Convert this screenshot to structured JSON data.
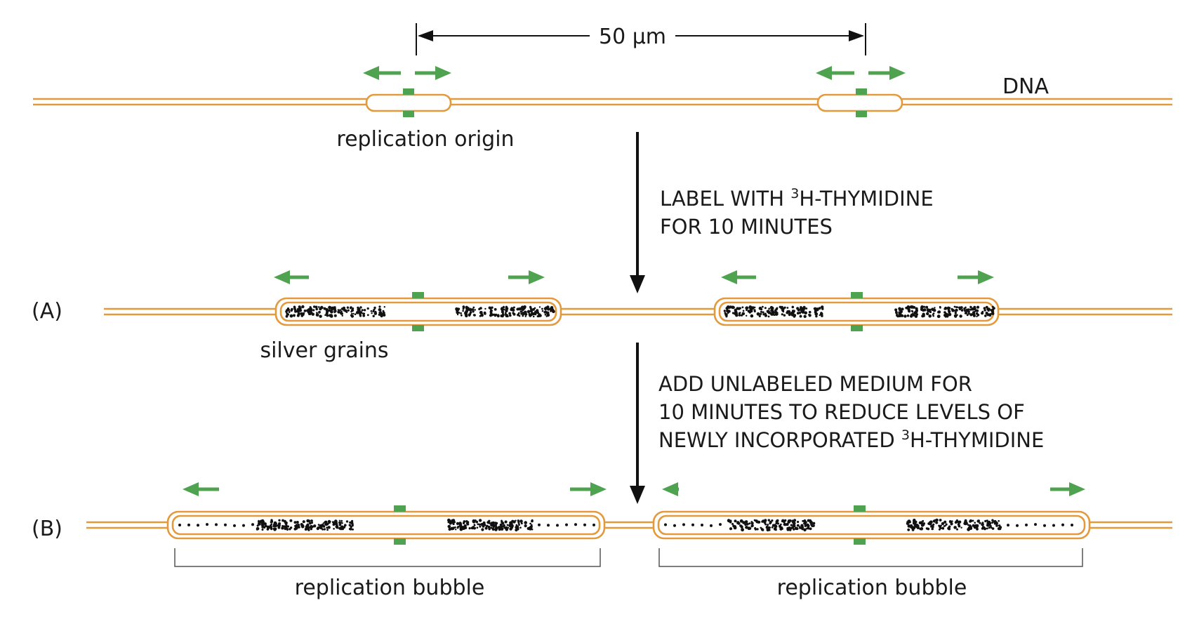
{
  "scale": {
    "label": "50 μm"
  },
  "dna_label": "DNA",
  "origin_label": "replication origin",
  "step1": {
    "line1_prefix": "LABEL WITH ",
    "line1_sup": "3",
    "line1_suffix": "H-THYMIDINE",
    "line2": "FOR 10 MINUTES"
  },
  "panel_a": {
    "label": "(A)",
    "grains_label": "silver grains"
  },
  "step2": {
    "line1": "ADD UNLABELED MEDIUM FOR",
    "line2": "10 MINUTES TO REDUCE LEVELS OF",
    "line3_prefix": "NEWLY INCORPORATED ",
    "line3_sup": "3",
    "line3_suffix": "H-THYMIDINE"
  },
  "panel_b": {
    "label": "(B)",
    "bubble_labels": [
      "replication bubble",
      "replication bubble"
    ]
  },
  "colors": {
    "dna": "#e39a3c",
    "origin": "#4fa24f",
    "fork_arrow": "#4fa24f",
    "silver_grain": "#111111"
  },
  "icons": [
    "right-arrow-icon",
    "left-arrow-icon",
    "down-arrow-icon"
  ]
}
